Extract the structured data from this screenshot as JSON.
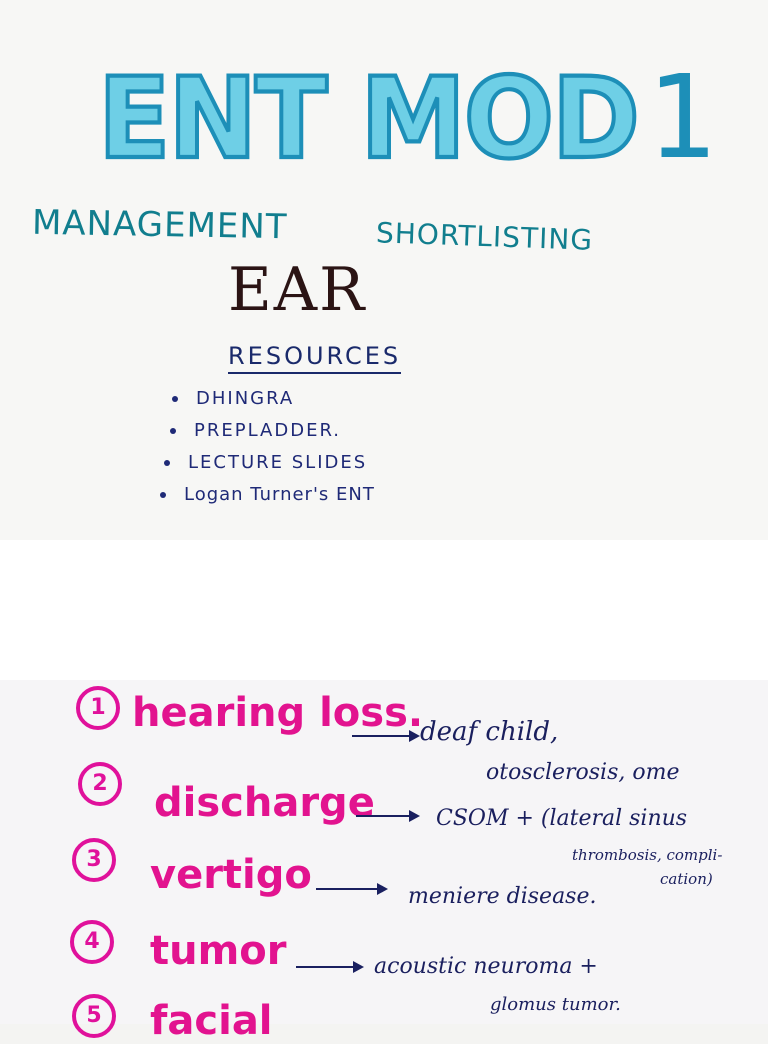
{
  "page": {
    "title": "ENT MOD",
    "title_number": "1",
    "subtitle_left": "MANAGEMENT",
    "subtitle_right": "SHORTLISTING",
    "section": "EAR",
    "resources_heading": "RESOURCES",
    "resources": [
      "DHINGRA",
      "PREPLADDER.",
      "LECTURE SLIDES",
      "Logan Turner's ENT"
    ]
  },
  "list": [
    {
      "number": "1",
      "symptom": "hearing loss.",
      "notes": [
        "deaf child,",
        "otosclerosis, ome"
      ]
    },
    {
      "number": "2",
      "symptom": "discharge",
      "notes": [
        "CSOM + (lateral sinus",
        "thrombosis, compli-",
        "cation)"
      ]
    },
    {
      "number": "3",
      "symptom": "vertigo",
      "notes": [
        "meniere disease."
      ]
    },
    {
      "number": "4",
      "symptom": "tumor",
      "notes": [
        "acoustic neuroma +",
        "glomus tumor."
      ]
    },
    {
      "number": "5",
      "symptom": "facial",
      "notes": []
    }
  ],
  "colors": {
    "title_fill": "#6ecfe6",
    "title_outline": "#1d8fb8",
    "subtitle": "#117e8e",
    "ear": "#2b1414",
    "resources": "#1f2a77",
    "symptom": "#e2138f",
    "notes": "#1a1f5e"
  }
}
